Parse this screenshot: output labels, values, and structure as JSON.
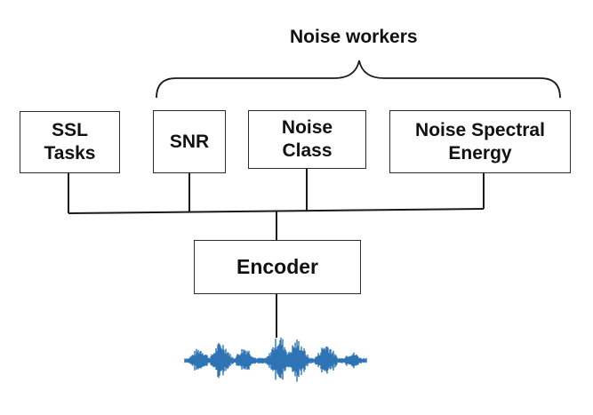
{
  "group_label": "Noise workers",
  "nodes": {
    "ssl_tasks": [
      "SSL",
      "Tasks"
    ],
    "snr": [
      "SNR"
    ],
    "noise_class": [
      "Noise",
      "Class"
    ],
    "noise_spectral_energy": [
      "Noise Spectral",
      "Energy"
    ],
    "encoder": [
      "Encoder"
    ]
  },
  "colors": {
    "line": "#1a1a1a",
    "box_border": "#2b2b2b",
    "waveform": "#2e74b5"
  },
  "icons": {
    "input": "audio-waveform-icon"
  }
}
